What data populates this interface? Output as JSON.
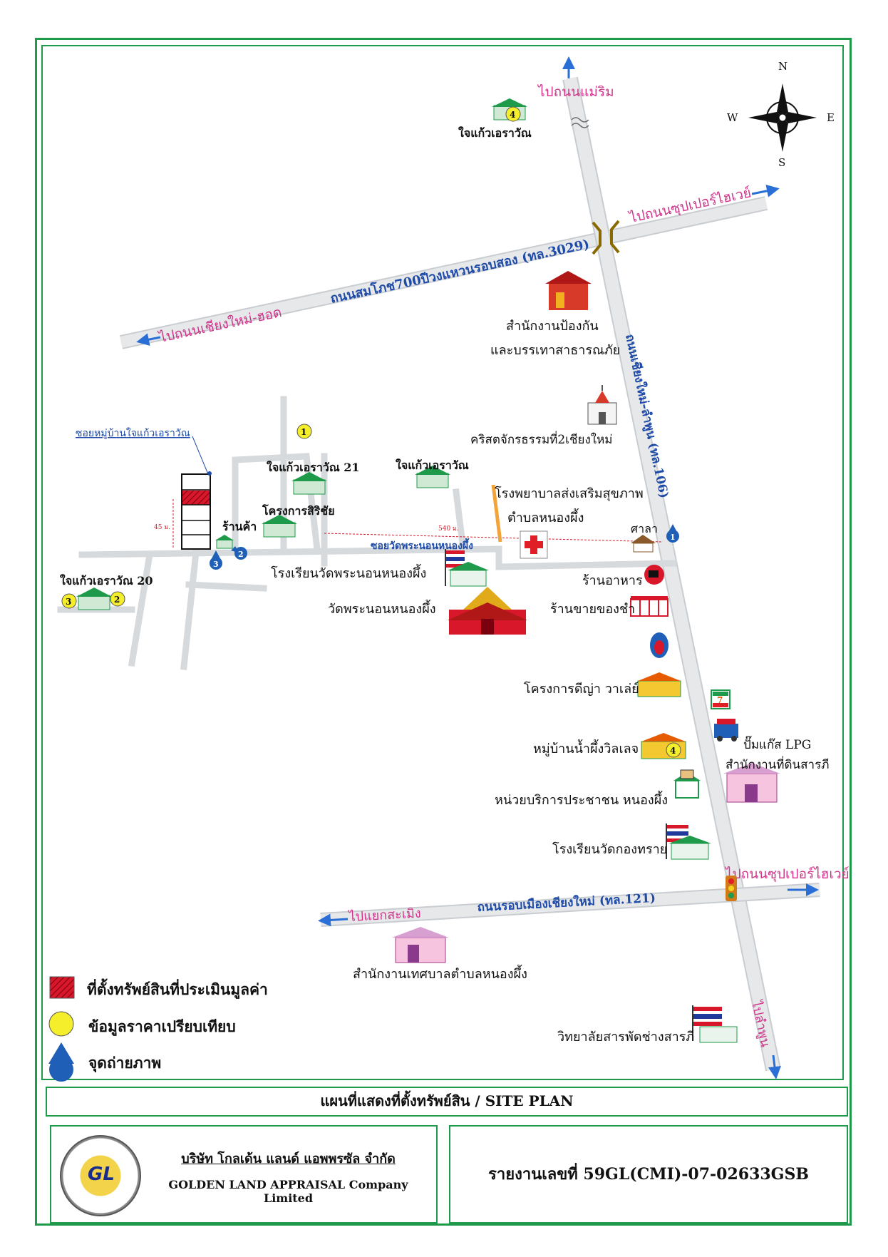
{
  "compass": {
    "n": "N",
    "s": "S",
    "e": "E",
    "w": "W"
  },
  "directions": {
    "to_mae_ramp": "ไปถนนแม่ริม",
    "to_superhighway_1": "ไปถนนซุปเปอร์ไฮเวย์",
    "to_chiangmai_hot": "ไปถนนเชียงใหม่-ฮอด",
    "to_superhighway_2": "ไปถนนซุปเปอร์ไฮเวย์",
    "to_saraphi_junction": "ไปแยกสะเมิง",
    "to_lamphun": "ไปลำพูน"
  },
  "roads": {
    "road_3029": "ถนนสมโภช700ปีวงแหวนรอบสอง (ทล.3029)",
    "road_106": "ถนนเชียงใหม่-ลำพูน (ทล.106)",
    "road_121": "ถนนรอบเมืองเชียงใหม่ (ทล.121)",
    "soi_wat": "ซอยวัดพระนอนหนองผึ้ง",
    "soi_village": "ซอยหมู่บ้านใจแก้วเอราวัณ"
  },
  "places": {
    "chaikaew_top": "ใจแก้วเอราวัณ",
    "disaster_office_1": "สำนักงานป้องกัน",
    "disaster_office_2": "และบรรเทาสาธารณภัย",
    "church": "คริสตจักรธรรมที่2เชียงใหม่",
    "chaikaew_21": "ใจแก้วเอราวัณ 21",
    "chaikaew_mid": "ใจแก้วเอราวัณ",
    "hospital_1": "โรงพยาบาลส่งเสริมสุขภาพ",
    "hospital_2": "ตำบลหนองผึ้ง",
    "siriichai": "โครงการสิริชัย",
    "shop": "ร้านค้า",
    "sala": "ศาลา",
    "chaikaew_20": "ใจแก้วเอราวัณ 20",
    "school_wat": "โรงเรียนวัดพระนอนหนองผึ้ง",
    "restaurant": "ร้านอาหาร",
    "wat": "วัดพระนอนหนองผึ้ง",
    "grocery": "ร้านขายของชำ",
    "deeya": "โครงการดีญ่า วาเล่ย์",
    "village_namphueng": "หมู่บ้านน้ำผึ้งวิลเลจ",
    "lpg": "ปั๊มแก๊ส LPG",
    "land_office": "สำนักงานที่ดินสารภี",
    "service_unit": "หน่วยบริการประชาชน หนองผึ้ง",
    "school_kongsai": "โรงเรียนวัดกองทราย",
    "municipal_office": "สำนักงานเทศบาลตำบลหนองผึ้ง",
    "college": "วิทยาลัยสารพัดช่างสารภี"
  },
  "measurements": {
    "depth": "45 ม.",
    "distance": "540 ม."
  },
  "markers": {
    "compare_1": "1",
    "compare_2": "2",
    "compare_3": "3",
    "compare_4a": "4",
    "compare_4b": "4",
    "photo_1": "1",
    "photo_2": "2",
    "photo_3": "3",
    "seven_eleven": "7"
  },
  "legend": {
    "property_location": "ที่ตั้งทรัพย์สินที่ประเมินมูลค่า",
    "comparable_data": "ข้อมูลราคาเปรียบเทียบ",
    "photo_point": "จุดถ่ายภาพ"
  },
  "footer": {
    "title": "แผนที่แสดงที่ตั้งทรัพย์สิน / SITE PLAN",
    "company_th": "บริษัท โกลเด้น แลนด์ แอพพรซัล จำกัด",
    "company_en": "GOLDEN LAND APPRAISAL Company Limited",
    "logo_text": "GL",
    "report_no": "รายงานเลขที่ 59GL(CMI)-07-02633GSB"
  },
  "colors": {
    "frame": "#1e9a4a",
    "road_fill": "#e6e8ea",
    "road_edge": "#c9cdd1",
    "road_label": "#1e4aa8",
    "direction_label": "#d0348a",
    "comparable": "#f4ef2a",
    "photo_marker": "#1f5fb8",
    "property": "#d8182a"
  }
}
